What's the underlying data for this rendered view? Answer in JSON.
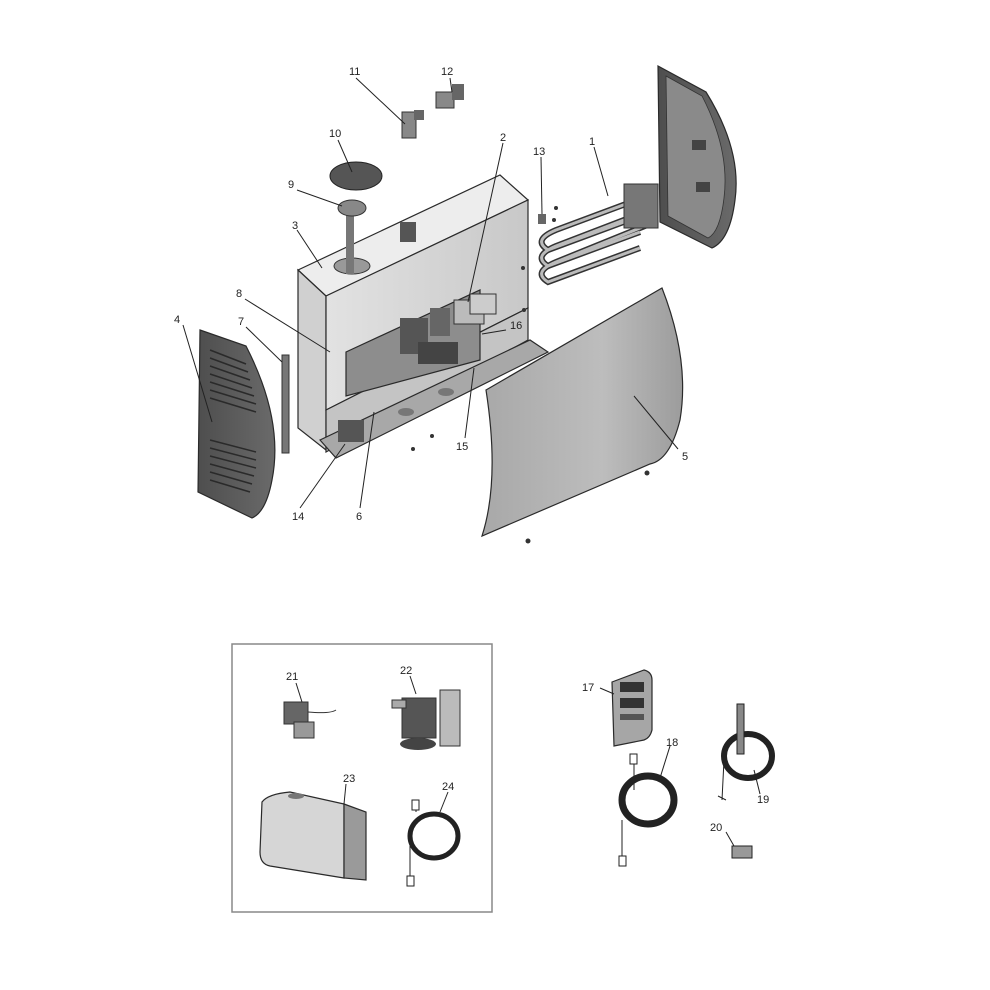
{
  "diagram": {
    "callouts": [
      {
        "id": "part-1",
        "label": "1"
      },
      {
        "id": "part-2",
        "label": "2"
      },
      {
        "id": "part-3",
        "label": "3"
      },
      {
        "id": "part-4",
        "label": "4"
      },
      {
        "id": "part-5",
        "label": "5"
      },
      {
        "id": "part-6",
        "label": "6"
      },
      {
        "id": "part-7",
        "label": "7"
      },
      {
        "id": "part-8",
        "label": "8"
      },
      {
        "id": "part-9",
        "label": "9"
      },
      {
        "id": "part-10",
        "label": "10"
      },
      {
        "id": "part-11",
        "label": "11"
      },
      {
        "id": "part-12",
        "label": "12"
      },
      {
        "id": "part-13",
        "label": "13"
      },
      {
        "id": "part-14",
        "label": "14"
      },
      {
        "id": "part-15",
        "label": "15"
      },
      {
        "id": "part-16",
        "label": "16"
      },
      {
        "id": "part-17",
        "label": "17"
      },
      {
        "id": "part-18",
        "label": "18"
      },
      {
        "id": "part-19",
        "label": "19"
      },
      {
        "id": "part-20",
        "label": "20"
      },
      {
        "id": "part-21",
        "label": "21"
      },
      {
        "id": "part-22",
        "label": "22"
      },
      {
        "id": "part-23",
        "label": "23"
      },
      {
        "id": "part-24",
        "label": "24"
      }
    ]
  },
  "colors": {
    "line": "#222222",
    "panel_dark": "#5a5a5a",
    "panel_mid": "#9a9a9a",
    "panel_light": "#d8d8d8",
    "sheet": "#b4b4b4",
    "background": "#ffffff"
  }
}
